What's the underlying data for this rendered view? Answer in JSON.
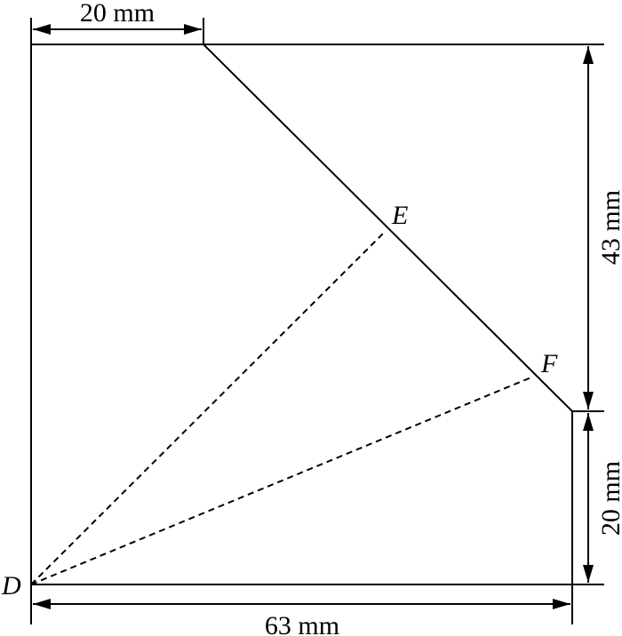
{
  "dimensions": {
    "top_width": "20 mm",
    "right_upper_height": "43 mm",
    "right_lower_height": "20 mm",
    "bottom_width": "63 mm"
  },
  "points": {
    "d": "D",
    "e": "E",
    "f": "F"
  },
  "colors": {
    "line": "#000000",
    "background": "#ffffff"
  }
}
